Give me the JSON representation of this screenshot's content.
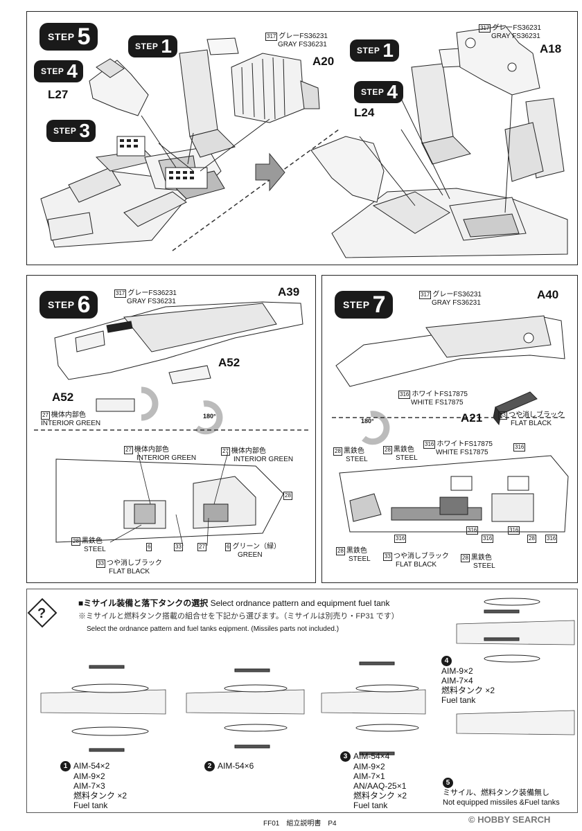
{
  "step5": {
    "title_word": "STEP",
    "title_num": "5"
  },
  "step5_left": {
    "step1": {
      "w": "STEP",
      "n": "1"
    },
    "step4": {
      "w": "STEP",
      "n": "4"
    },
    "step3": {
      "w": "STEP",
      "n": "3"
    },
    "part_l27": "L27",
    "part_a20": "A20",
    "color_num": "317",
    "color_jp": "グレーFS36231",
    "color_en": "GRAY FS36231"
  },
  "step5_right": {
    "step1": {
      "w": "STEP",
      "n": "1"
    },
    "step4": {
      "w": "STEP",
      "n": "4"
    },
    "part_l24": "L24",
    "part_a18": "A18",
    "color_num": "317",
    "color_jp": "グレーFS36231",
    "color_en": "GRAY FS36231"
  },
  "step6": {
    "title_word": "STEP",
    "title_num": "6",
    "color_num": "317",
    "color_jp": "グレーFS36231",
    "color_en": "GRAY FS36231",
    "part_a39": "A39",
    "part_a52": "A52",
    "part_a52_detail": "A52",
    "interior_num": "27",
    "interior_jp": "機体内部色",
    "interior_en": "INTERIOR GREEN",
    "rotate": "180°",
    "lower": {
      "c1_num": "27",
      "c1_jp": "機体内部色",
      "c1_en": "INTERIOR GREEN",
      "c2_num": "27",
      "c2_jp": "機体内部色",
      "c2_en": "INTERIOR GREEN",
      "steel_num": "28",
      "steel_jp": "黒鉄色",
      "steel_en": "STEEL",
      "flat_num": "33",
      "flat_jp": "つや消しブラック",
      "flat_en": "FLAT BLACK",
      "green_num": "6",
      "green_jp": "グリーン（緑）",
      "green_en": "GREEN",
      "callout_6a": "6",
      "callout_33": "33",
      "callout_27": "27",
      "callout_28": "28"
    }
  },
  "step7": {
    "title_word": "STEP",
    "title_num": "7",
    "color_num": "317",
    "color_jp": "グレーFS36231",
    "color_en": "GRAY FS36231",
    "part_a40": "A40",
    "part_a21": "A21",
    "white_num": "316",
    "white_jp": "ホワイトFS17875",
    "white_en": "WHITE FS17875",
    "flat_num": "33",
    "flat_jp": "つや消しブラック",
    "flat_en": "FLAT BLACK",
    "rotate": "180°",
    "lower": {
      "s1_num": "28",
      "s1_jp": "黒鉄色",
      "s1_en": "STEEL",
      "s2_num": "28",
      "s2_jp": "黒鉄色",
      "s2_en": "STEEL",
      "w_num": "316",
      "w_jp": "ホワイトFS17875",
      "w_en": "WHITE FS17875",
      "w2": "316",
      "s3_num": "28",
      "s3_jp": "黒鉄色",
      "s3_en": "STEEL",
      "f_num": "33",
      "f_jp": "つや消しブラック",
      "f_en": "FLAT BLACK",
      "s4_num": "28",
      "s4_jp": "黒鉄色",
      "s4_en": "STEEL",
      "c316a": "316",
      "c316b": "316",
      "c316c": "316",
      "c316d": "316",
      "c316e": "316",
      "c28": "28"
    }
  },
  "ordnance": {
    "heading_jp": "■ミサイル装備と落下タンクの選択",
    "heading_en": "Select ordnance pattern and equipment fuel tank",
    "note_jp": "※ミサイルと燃料タンク搭載の組合せを下記から選びます。（ミサイルは別売り・FP31 です）",
    "note_en": "Select the ordnance pattern and fuel tanks eqipment. (Missiles parts not included.)",
    "options": [
      {
        "num": "1",
        "lines": [
          "AIM-54×2",
          "AIM-9×2",
          "AIM-7×3",
          "燃料タンク ×2",
          "Fuel tank"
        ]
      },
      {
        "num": "2",
        "lines": [
          "AIM-54×6"
        ]
      },
      {
        "num": "3",
        "lines": [
          "AIM-54×4",
          "AIM-9×2",
          "AIM-7×1",
          "AN/AAQ-25×1",
          "燃料タンク ×2",
          "Fuel tank"
        ]
      },
      {
        "num": "4",
        "lines": [
          "AIM-9×2",
          "AIM-7×4",
          "燃料タンク ×2",
          "Fuel tank"
        ]
      },
      {
        "num": "5",
        "lines": [
          "ミサイル、燃料タンク装備無し",
          "Not equipped missiles &Fuel tanks"
        ]
      }
    ]
  },
  "footer": {
    "text": "FF01　組立説明書　P4",
    "watermark": "© HOBBY SEARCH"
  }
}
